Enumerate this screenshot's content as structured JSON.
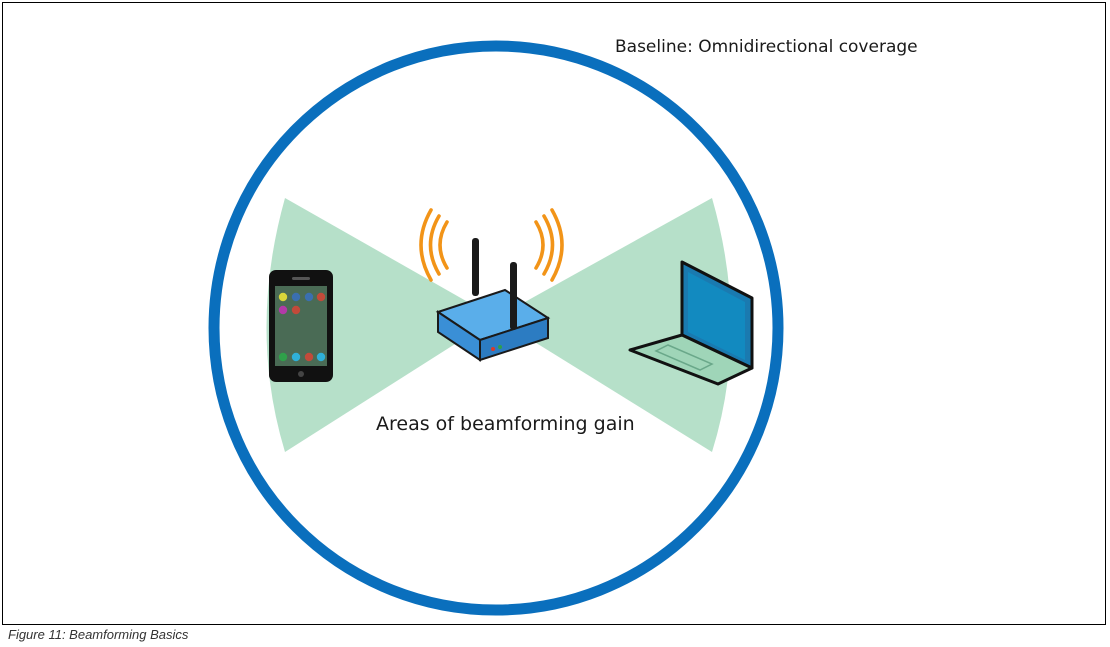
{
  "diagram": {
    "coverage_label": "Baseline: Omnidirectional coverage",
    "beam_label": "Areas of beamforming gain",
    "colors": {
      "coverage_ring": "#0a6fbd",
      "beam_area": "#b6e0c9",
      "router_body": "#3a8fd6",
      "router_top": "#5aaeea",
      "signal_waves": "#f29418",
      "antenna": "#1a1a1a",
      "laptop_screen": "#1a7ab0"
    }
  },
  "caption": "Figure 11: Beamforming Basics"
}
